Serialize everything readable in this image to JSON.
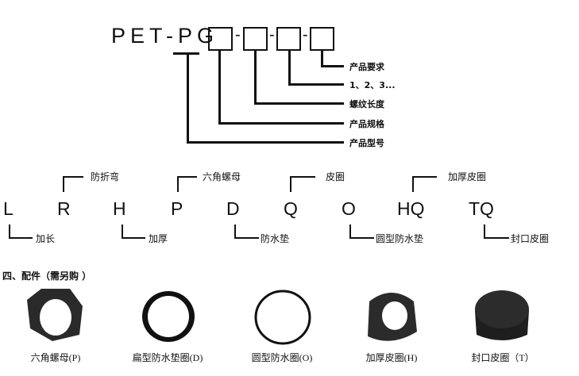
{
  "model_code": {
    "prefix": "PET-PG",
    "separator": "-",
    "labels": [
      "产品要求",
      "1、2、3...",
      "螺纹长度",
      "产品规格",
      "产品型号"
    ]
  },
  "suffixes": {
    "letters": [
      "L",
      "R",
      "H",
      "P",
      "D",
      "Q",
      "O",
      "HQ",
      "TQ"
    ],
    "top_labels": {
      "R": "防折弯",
      "P": "六角螺母",
      "Q": "皮圈",
      "HQ": "加厚皮圈"
    },
    "bottom_labels": {
      "L": "加长",
      "H": "加厚",
      "D": "防水垫",
      "O": "圆型防水垫",
      "TQ": "封口皮圈"
    }
  },
  "accessories": {
    "heading": "四、配件（需另购 ）",
    "items": [
      "六角螺母(P)",
      "扁型防水垫圈(D)",
      "圆型防水圈(O)",
      "加厚皮圈(H)",
      "封口皮圈（T）"
    ]
  }
}
